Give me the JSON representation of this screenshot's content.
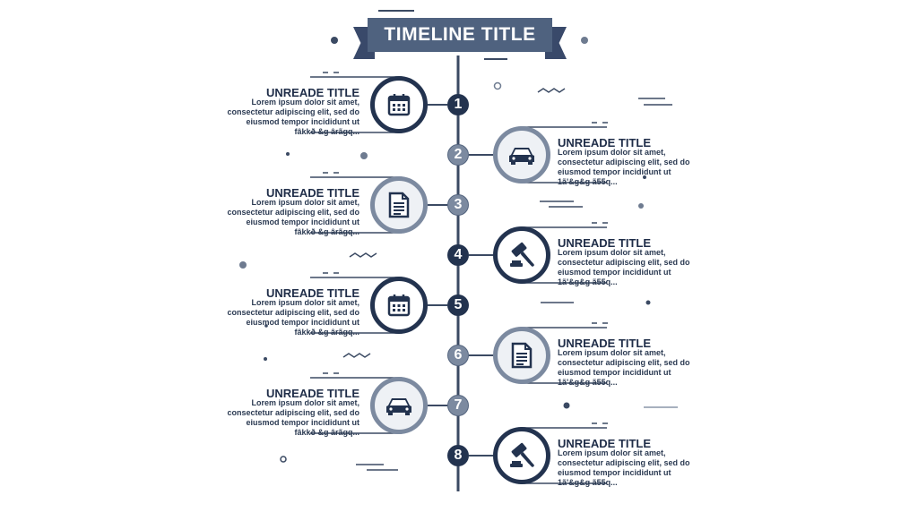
{
  "header": {
    "title": "TIMELINE TITLE"
  },
  "steps": [
    {
      "number": "1",
      "side": "left",
      "title": "UNREADE TITLE",
      "desc": "Lorem ipsum dolor sit amet, consectetur adipiscing elit, sed do eiusmod tempor incididunt ut fâkkð &g ârãgq...",
      "icon": "calendar-icon",
      "style": "dark"
    },
    {
      "number": "2",
      "side": "right",
      "title": "UNREADE TITLE",
      "desc": "Lorem ipsum dolor sit amet, consectetur adipiscing elit, sed do eiusmod tempor incididunt ut 1ã'&g&g ã55q...",
      "icon": "car-icon",
      "style": "light"
    },
    {
      "number": "3",
      "side": "left",
      "title": "UNREADE TITLE",
      "desc": "Lorem ipsum dolor sit amet, consectetur adipiscing elit, sed do eiusmod tempor incididunt ut fâkkð &g ârãgq...",
      "icon": "document-icon",
      "style": "light"
    },
    {
      "number": "4",
      "side": "right",
      "title": "UNREADE TITLE",
      "desc": "Lorem ipsum dolor sit amet, consectetur adipiscing elit, sed do eiusmod tempor incididunt ut 1ã'&g&g ã55q...",
      "icon": "gavel-icon",
      "style": "dark"
    },
    {
      "number": "5",
      "side": "left",
      "title": "UNREADE TITLE",
      "desc": "Lorem ipsum dolor sit amet, consectetur adipiscing elit, sed do eiusmod tempor incididunt ut fâkkð &g ârãgq...",
      "icon": "calendar-icon",
      "style": "dark"
    },
    {
      "number": "6",
      "side": "right",
      "title": "UNREADE TITLE",
      "desc": "Lorem ipsum dolor sit amet, consectetur adipiscing elit, sed do eiusmod tempor incididunt ut 1ã'&g&g ã55q...",
      "icon": "document-icon",
      "style": "light"
    },
    {
      "number": "7",
      "side": "left",
      "title": "UNREADE TITLE",
      "desc": "Lorem ipsum dolor sit amet, consectetur adipiscing elit, sed do eiusmod tempor incididunt ut fâkkð &g ârãgq...",
      "icon": "car-icon",
      "style": "light"
    },
    {
      "number": "8",
      "side": "right",
      "title": "UNREADE TITLE",
      "desc": "Lorem ipsum dolor sit amet, consectetur adipiscing elit, sed do eiusmod tempor incididunt ut 1ã'&g&g ã55q...",
      "icon": "gavel-icon",
      "style": "dark"
    }
  ],
  "colors": {
    "dark": "#23334f",
    "medium": "#4f627f",
    "light": "#7c8aa0",
    "line": "#3b4a63"
  }
}
